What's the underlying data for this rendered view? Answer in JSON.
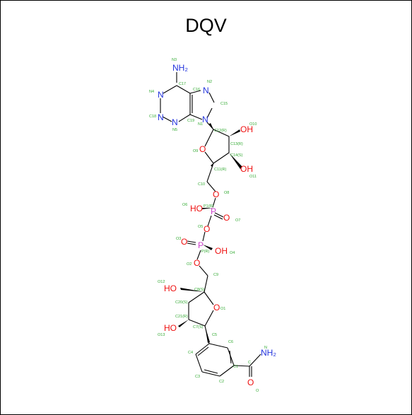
{
  "title": "DQV",
  "colors": {
    "carbon_label": "#33aa33",
    "nitrogen": "#2233dd",
    "oxygen": "#ee1111",
    "phosphorus": "#cc44cc",
    "bond": "#000000"
  },
  "elements": {
    "nh2_top": "NH₂",
    "n_purine_1": "N",
    "n_purine_2": "N",
    "n_purine_3": "N",
    "n_purine_4": "N",
    "n_purine_5": "N",
    "oh_1": "OH",
    "oh_2": "OH",
    "o_ring_1": "O",
    "o_link_1": "O",
    "ho_p1": "HO",
    "p1": "P",
    "o_p1": "O",
    "o_bridge": "O",
    "o_p2": "O",
    "p2": "P",
    "oh_p2": "OH",
    "o_link_2": "O",
    "ho_1": "HO",
    "o_ring_2": "O",
    "ho_2": "HO",
    "nh2_amide": "NH₂",
    "o_amide": "O"
  },
  "atom_labels": {
    "N3": "N3",
    "C17": "C17",
    "C16": "C16",
    "N4": "N4",
    "N2": "N2",
    "C15": "C15",
    "C18": "C18",
    "N5": "N5",
    "C19": "C19",
    "N1": "N1",
    "C12": "C12(R)",
    "O10": "O10",
    "O9": "O9",
    "C13": "C13(R)",
    "C14": "C14(S)",
    "C11": "C11(R)",
    "O11": "O11",
    "C10": "C10",
    "O8": "O8",
    "O6": "O6",
    "P1": "P1(R)",
    "O7": "O7",
    "O5": "O5",
    "O3": "O3",
    "P": "P(R)",
    "O4": "O4",
    "O2": "O2",
    "C9": "C9",
    "O12": "O12",
    "C8": "C8(S)",
    "C20": "C20(S)",
    "O1": "O1",
    "C21": "C21(R)",
    "C7": "C7(S)",
    "O13": "O13",
    "C5": "C5",
    "C6": "C6",
    "C4": "C4",
    "C1": "C1",
    "C": "C",
    "N": "N",
    "C3": "C3",
    "C2": "C2",
    "O": "O"
  }
}
